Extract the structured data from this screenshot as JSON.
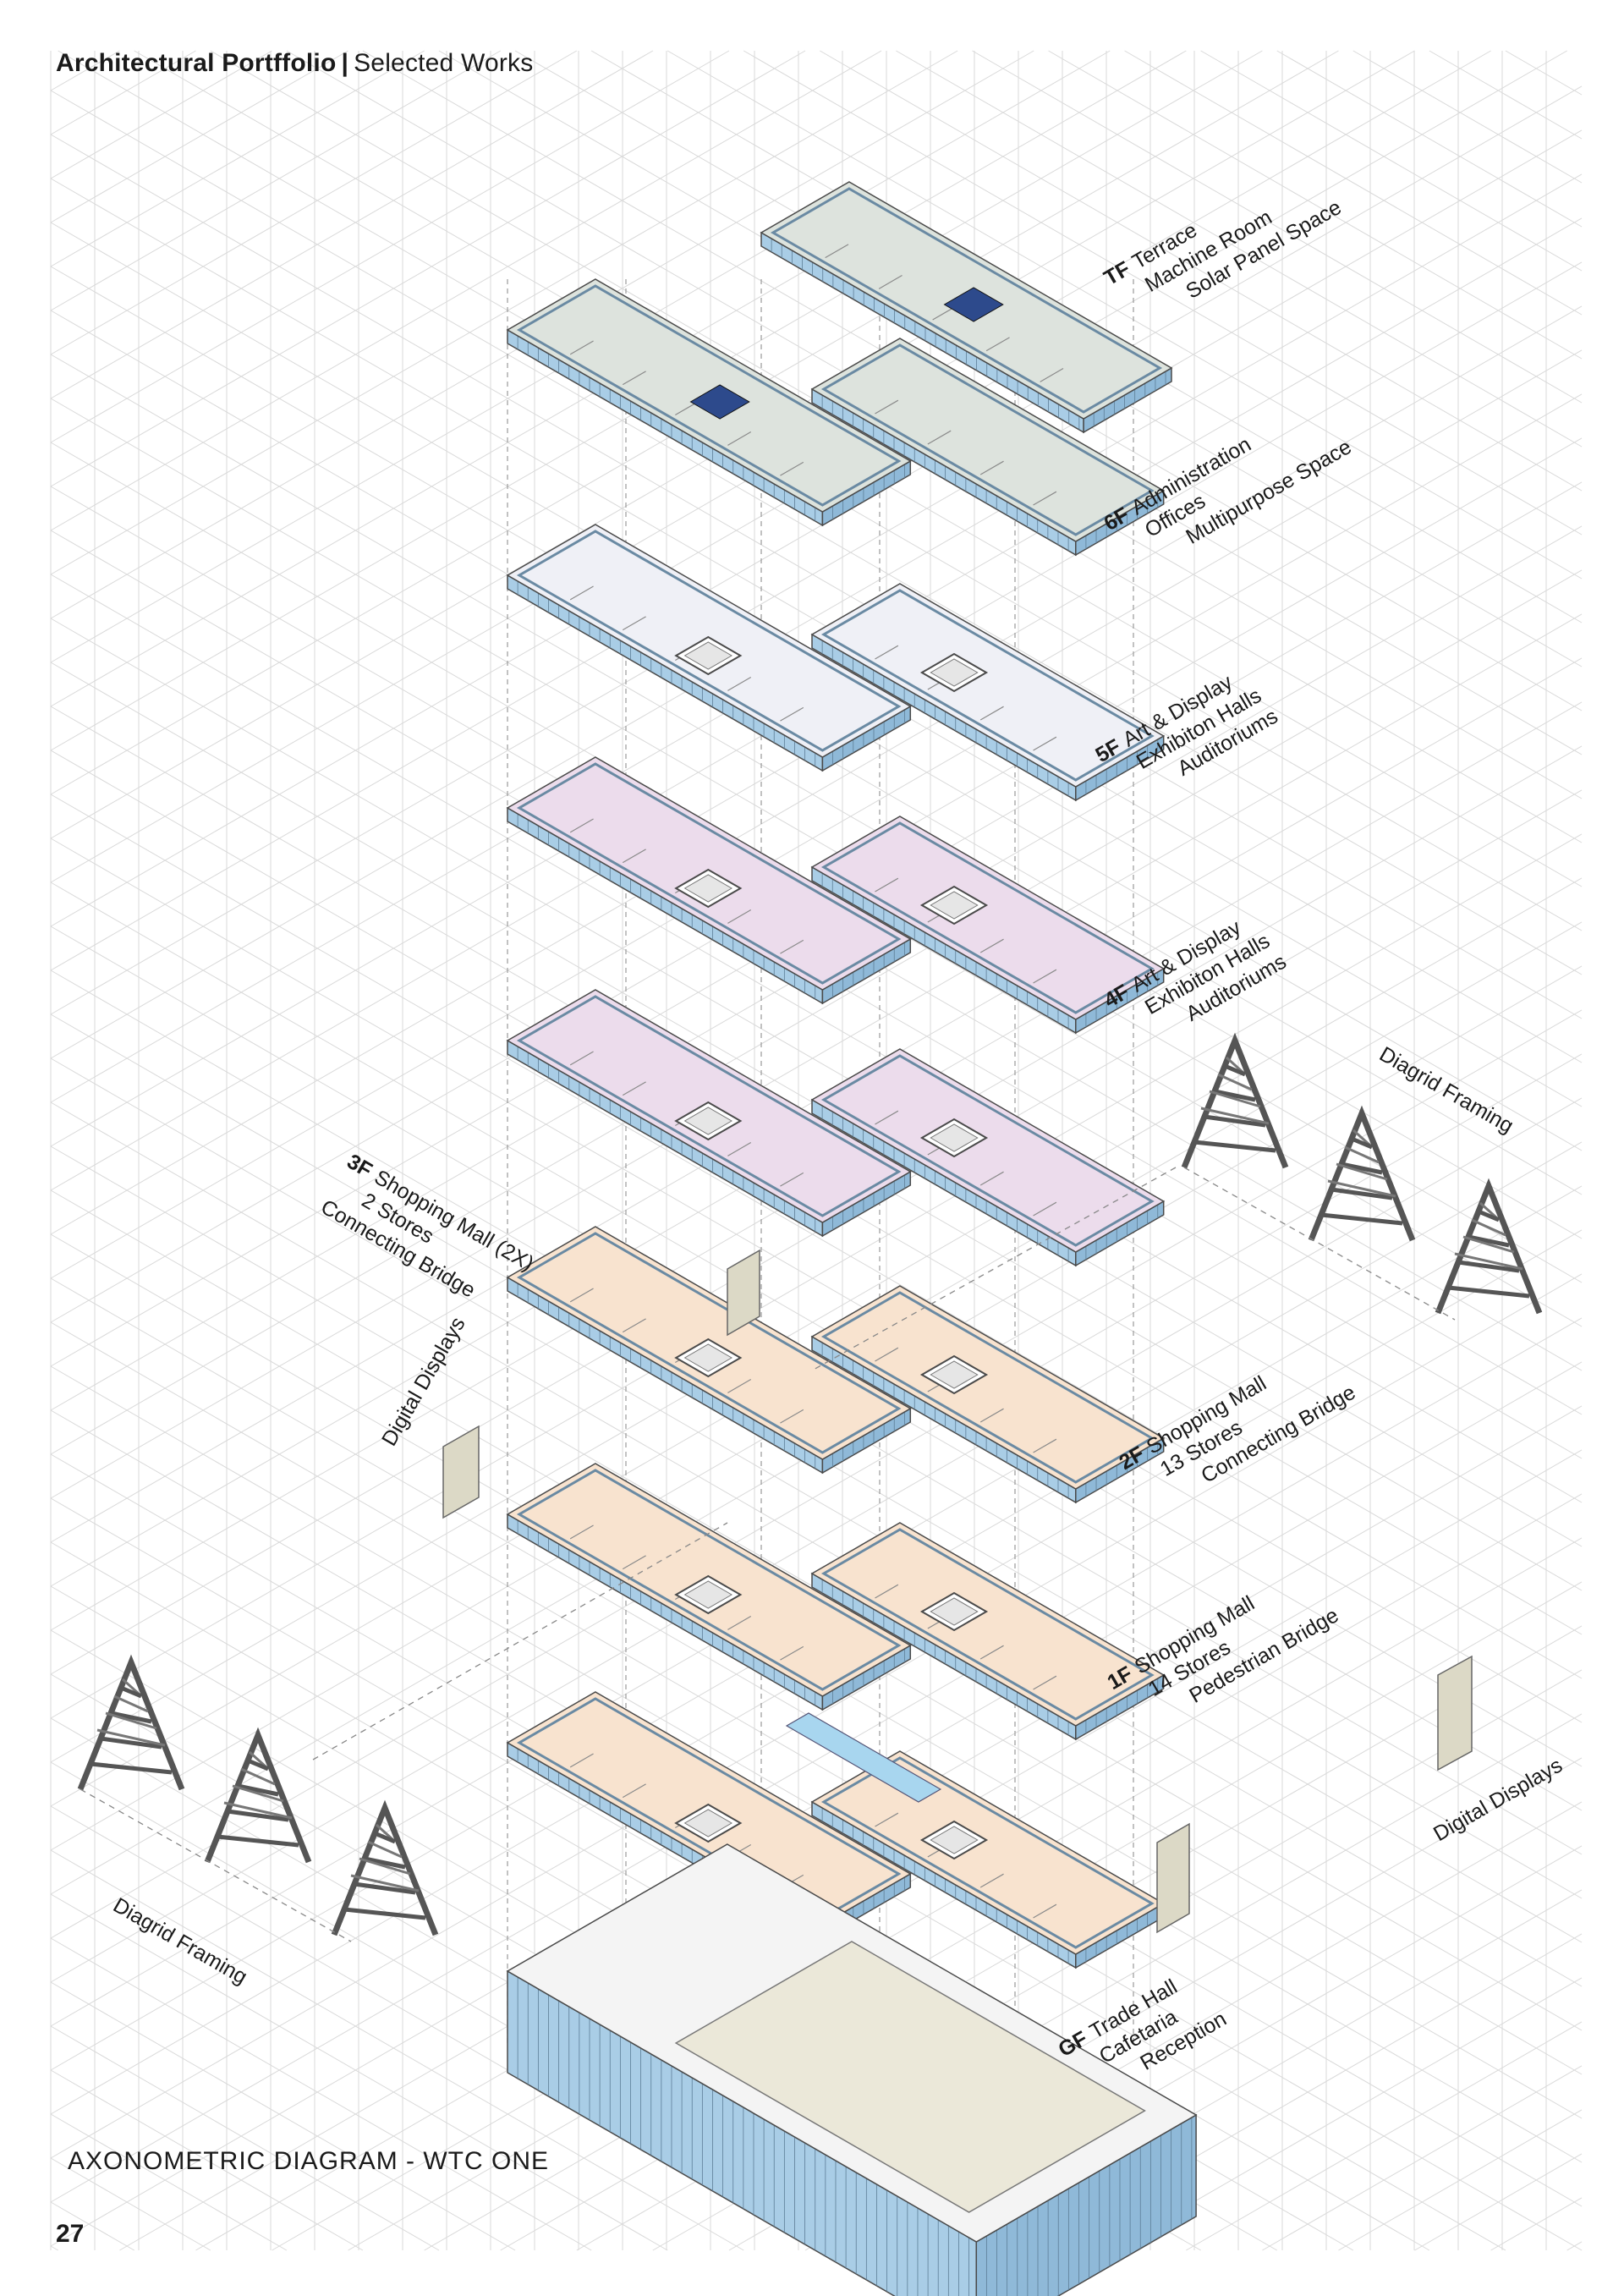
{
  "header": {
    "title": "Architectural Portffolio",
    "separator": "|",
    "subtitle": "Selected Works"
  },
  "caption": "AXONOMETRIC DIAGRAM - WTC ONE",
  "page_number": "27",
  "floors": [
    {
      "code": "TF",
      "lines": [
        "Terrace",
        "Machine Room",
        "Solar Panel Space"
      ]
    },
    {
      "code": "6F",
      "lines": [
        "Administration",
        "Offices",
        "Multipurpose Space"
      ]
    },
    {
      "code": "5F",
      "lines": [
        "Art & Display",
        "Exhibiton Halls",
        "Auditoriums"
      ]
    },
    {
      "code": "4F",
      "lines": [
        "Art & Display",
        "Exhibiton Halls",
        "Auditoriums"
      ]
    },
    {
      "code": "3F",
      "lines": [
        "Shopping Mall (2X)",
        "2 Stores",
        "Connecting Bridge"
      ]
    },
    {
      "code": "2F",
      "lines": [
        "Shopping Mall",
        "13 Stores",
        "Connecting Bridge"
      ]
    },
    {
      "code": "1F",
      "lines": [
        "Shopping Mall",
        "14 Stores",
        "Pedestrian Bridge"
      ]
    },
    {
      "code": "GF",
      "lines": [
        "Trade Hall",
        "Cafetaria",
        "Reception"
      ]
    }
  ],
  "side_labels": {
    "diagrid_right": "Diagrid Framing",
    "diagrid_left": "Diagrid Framing",
    "displays_left": "Digital Displays",
    "displays_right": "Digital Displays"
  },
  "colors": {
    "grid": "#d9d9d9",
    "glazing": "#a9cde6",
    "roof": "#dde3dd",
    "admin_floor": "#eff0f6",
    "gallery_floor": "#ecdcec",
    "mall_floor": "#f8e3cf",
    "trade_hall": "#ebe8d9",
    "display_panel": "#dcd9c6",
    "skylight": "#2d4a8c",
    "pool": "#a8d6ef",
    "line": "#4a4a4a"
  }
}
